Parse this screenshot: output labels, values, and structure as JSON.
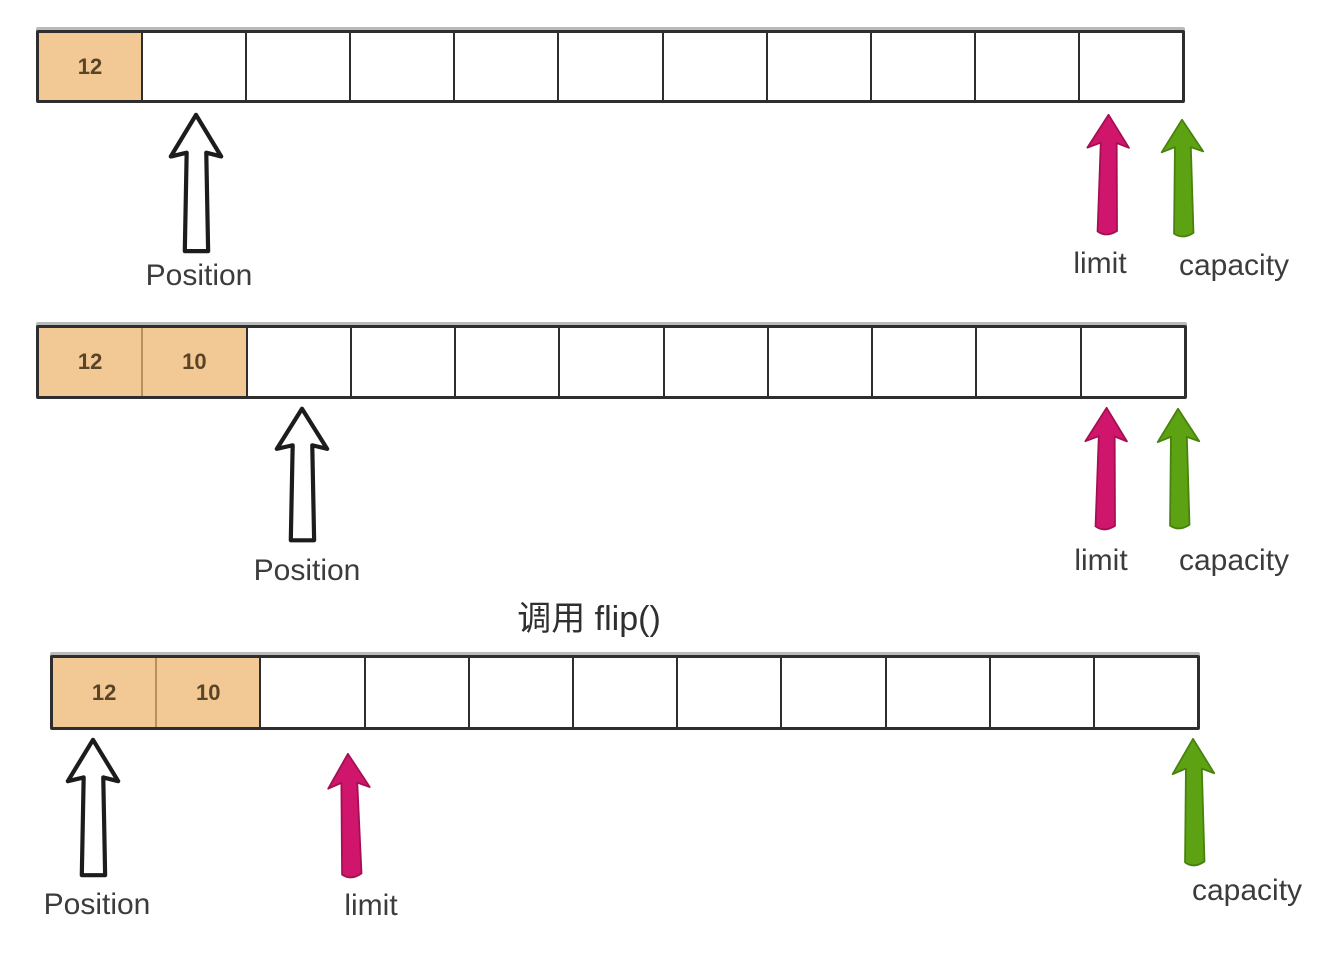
{
  "diagram": {
    "caption_flip": "调用 flip()",
    "rows": [
      {
        "description": "buffer after writing one value",
        "cells": [
          "12",
          "",
          "",
          "",
          "",
          "",
          "",
          "",
          "",
          "",
          ""
        ],
        "pointers": {
          "position": {
            "label": "Position"
          },
          "limit": {
            "label": "limit"
          },
          "capacity": {
            "label": "capacity"
          }
        }
      },
      {
        "description": "buffer after writing two values",
        "cells": [
          "12",
          "10",
          "",
          "",
          "",
          "",
          "",
          "",
          "",
          "",
          ""
        ],
        "pointers": {
          "position": {
            "label": "Position"
          },
          "limit": {
            "label": "limit"
          },
          "capacity": {
            "label": "capacity"
          }
        }
      },
      {
        "description": "buffer after calling flip()",
        "cells": [
          "12",
          "10",
          "",
          "",
          "",
          "",
          "",
          "",
          "",
          "",
          ""
        ],
        "pointers": {
          "position": {
            "label": "Position"
          },
          "limit": {
            "label": "limit"
          },
          "capacity": {
            "label": "capacity"
          }
        }
      }
    ],
    "colors": {
      "page_bg": "#ffffff",
      "filled_cell": "#f2c894",
      "filled_cell_divider": "#b7905c",
      "cell_border": "#2e2e2e",
      "limit_arrow": "#d0156d",
      "limit_arrow_edge": "#a50f52",
      "capacity_arrow": "#5da212",
      "capacity_arrow_edge": "#47820d",
      "position_arrow_fill": "#ffffff",
      "position_arrow_outline": "#1c1c1c",
      "label_text": "#3c3c3c",
      "number_text": "#594428",
      "caption_text": "#2f2f2f"
    }
  }
}
